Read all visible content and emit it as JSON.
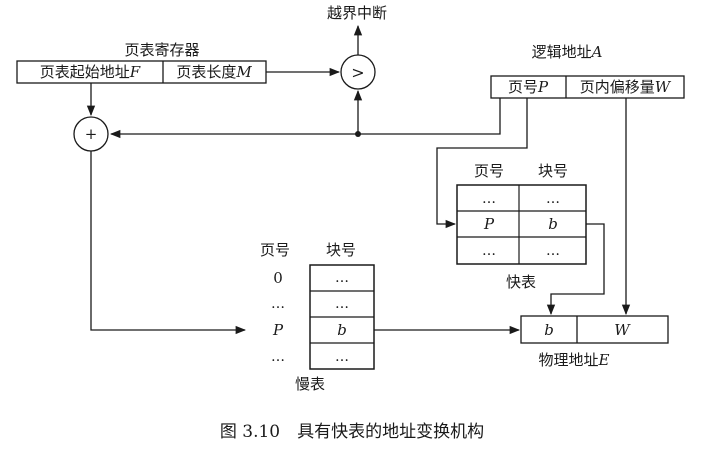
{
  "page_table_register": {
    "title": "页表寄存器",
    "start_addr": "页表起始地址",
    "start_var": "F",
    "length": "页表长度",
    "length_var": "M"
  },
  "logical_address": {
    "title_prefix": "逻辑地址",
    "title_var": "A",
    "page_prefix": "页号",
    "page_var": "P",
    "offset_prefix": "页内偏移量",
    "offset_var": "W"
  },
  "compare": {
    "symbol": ">",
    "out_label": "越界中断"
  },
  "adder": {
    "symbol": "+"
  },
  "fast_table": {
    "col_page": "页号",
    "col_block": "块号",
    "rows": [
      {
        "page": "…",
        "block": "…"
      },
      {
        "page": "P",
        "block": "b"
      },
      {
        "page": "…",
        "block": "…"
      }
    ],
    "caption": "快表"
  },
  "slow_table": {
    "col_page": "页号",
    "col_block": "块号",
    "rows": [
      {
        "page": "0",
        "block": "…"
      },
      {
        "page": "…",
        "block": "…"
      },
      {
        "page": "P",
        "block": "b"
      },
      {
        "page": "…",
        "block": "…"
      }
    ],
    "caption": "慢表"
  },
  "physical_address": {
    "block": "b",
    "offset": "W",
    "label_prefix": "物理地址",
    "label_var": "E"
  },
  "figure_caption": "图 3.10　具有快表的地址变换机构"
}
